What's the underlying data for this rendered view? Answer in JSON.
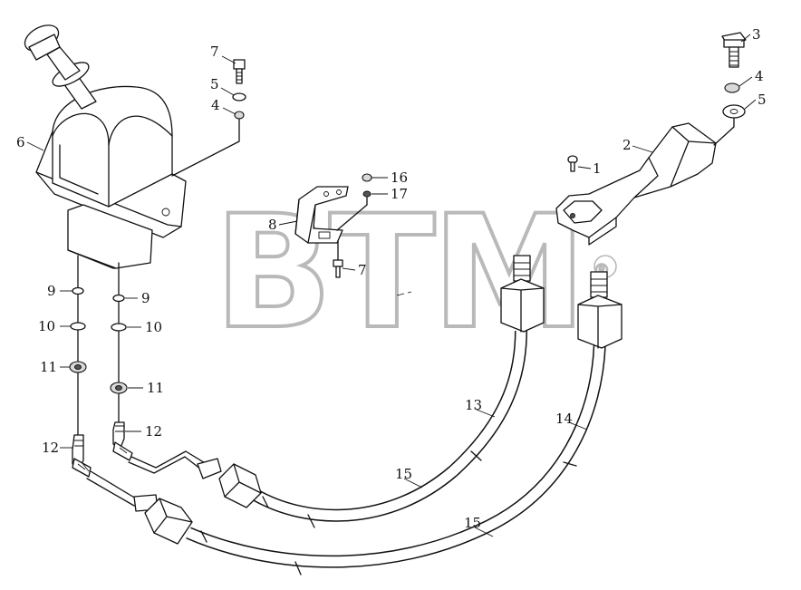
{
  "watermark": {
    "text": "BTM",
    "mark": "®"
  },
  "callouts": [
    {
      "id": "c-7a",
      "text": "7"
    },
    {
      "id": "c-5a",
      "text": "5"
    },
    {
      "id": "c-4a",
      "text": "4"
    },
    {
      "id": "c-6",
      "text": "6"
    },
    {
      "id": "c-3",
      "text": "3"
    },
    {
      "id": "c-4b",
      "text": "4"
    },
    {
      "id": "c-5b",
      "text": "5"
    },
    {
      "id": "c-2",
      "text": "2"
    },
    {
      "id": "c-1",
      "text": "1"
    },
    {
      "id": "c-16",
      "text": "16"
    },
    {
      "id": "c-17",
      "text": "17"
    },
    {
      "id": "c-8",
      "text": "8"
    },
    {
      "id": "c-7b",
      "text": "7"
    },
    {
      "id": "c-9a",
      "text": "9"
    },
    {
      "id": "c-9b",
      "text": "9"
    },
    {
      "id": "c-10a",
      "text": "10"
    },
    {
      "id": "c-10b",
      "text": "10"
    },
    {
      "id": "c-11a",
      "text": "11"
    },
    {
      "id": "c-11b",
      "text": "11"
    },
    {
      "id": "c-12a",
      "text": "12"
    },
    {
      "id": "c-12b",
      "text": "12"
    },
    {
      "id": "c-13",
      "text": "13"
    },
    {
      "id": "c-14",
      "text": "14"
    },
    {
      "id": "c-15a",
      "text": "15"
    },
    {
      "id": "c-15b",
      "text": "15"
    }
  ]
}
